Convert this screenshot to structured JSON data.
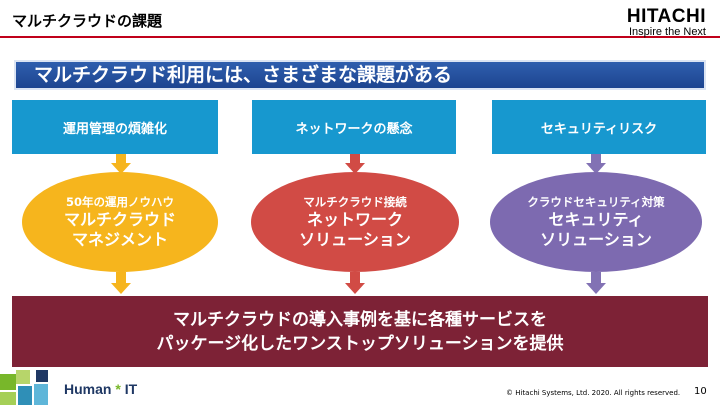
{
  "header": {
    "title": "マルチクラウドの課題",
    "logo_main": "HITACHI",
    "logo_tagline": "Inspire the Next"
  },
  "banner": "マルチクラウド利用には、さまざまな課題がある",
  "columns": [
    {
      "category": "運用管理の煩雑化",
      "sub": "50年の運用ノウハウ",
      "main1": "マルチクラウド",
      "main2": "マネジメント"
    },
    {
      "category": "ネットワークの懸念",
      "sub": "マルチクラウド接続",
      "main1": "ネットワーク",
      "main2": "ソリューション"
    },
    {
      "category": "セキュリティリスク",
      "sub": "クラウドセキュリティ対策",
      "main1": "セキュリティ",
      "main2": "ソリューション"
    }
  ],
  "result": {
    "line1": "マルチクラウドの導入事例を基に各種サービスを",
    "line2": "パッケージ化したワンストップソリューションを提供"
  },
  "footer": {
    "human_it_left": "Human",
    "human_it_star": "*",
    "human_it_right": "IT",
    "copyright": "© Hitachi Systems, Ltd. 2020. All rights reserved.",
    "page_number": "10"
  },
  "colors": {
    "accent_red": "#c0001a",
    "banner_blue": "#1d4590",
    "category_blue": "#1798cf",
    "yellow": "#f6b51d",
    "red": "#d14b45",
    "purple": "#7d6ab0",
    "result_maroon": "#7d2236"
  }
}
